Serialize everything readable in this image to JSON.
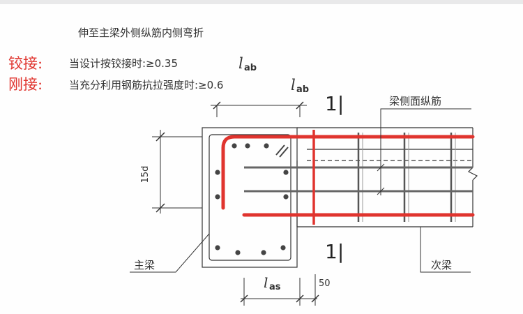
{
  "notes": {
    "line1": "伸至主梁外侧纵筋内侧弯折",
    "hinged_prefix": "铰接:",
    "hinged_text": "当设计按铰接时:≥0.35",
    "rigid_prefix": "刚接:",
    "rigid_text": "当充分利用钢筋抗拉强度时:≥0.6",
    "lab_symbol": "l",
    "lab_subscript": "ab"
  },
  "labels": {
    "section_top": "1|",
    "section_bottom": "1|",
    "side_rebar": "梁侧面纵筋",
    "main_beam": "主梁",
    "secondary_beam": "次梁",
    "dim_15d": "15d",
    "las_symbol": "l",
    "las_subscript": "as",
    "dim_50": "50"
  },
  "colors": {
    "rebar_red": "#e0342e",
    "line_dark": "#333333",
    "note_red": "#e0342e"
  }
}
